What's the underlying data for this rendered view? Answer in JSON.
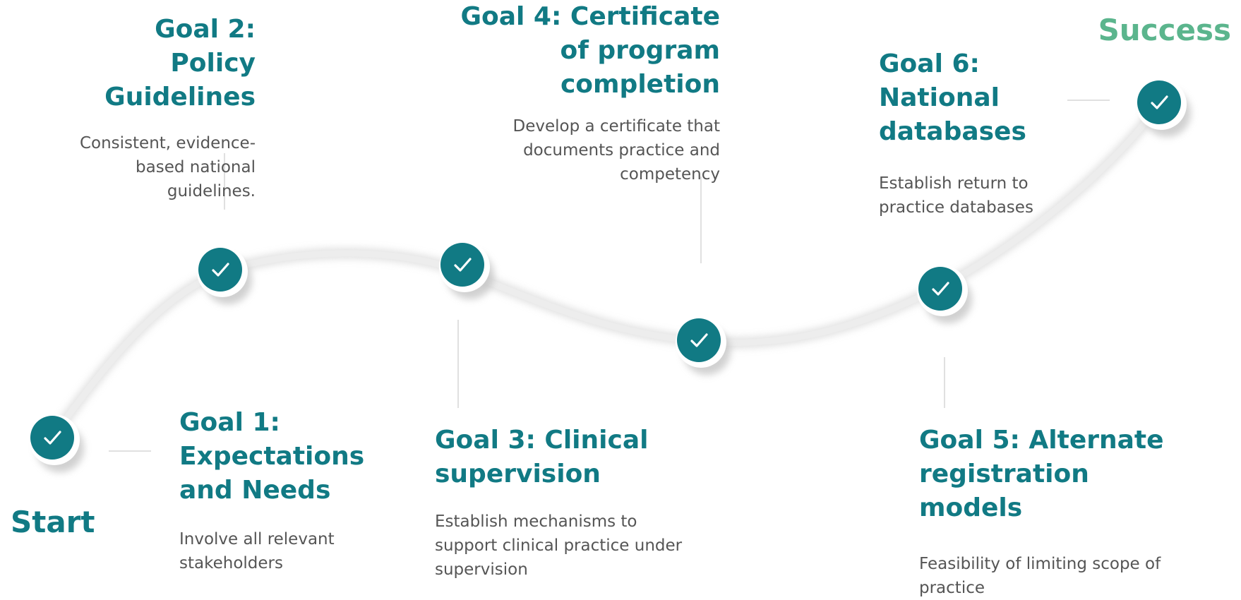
{
  "colors": {
    "title": "#117a84",
    "success": "#5bb58d",
    "marker": "#117a84",
    "path": "#ededed",
    "connector": "#d5d5d5",
    "text": "#555555"
  },
  "icons": {
    "milestone": "checkmark-icon"
  },
  "start_label": "Start",
  "success_label": "Success",
  "goals": [
    {
      "title": "Goal 1: Expectations and Needs",
      "description": "Involve all relevant stakeholders"
    },
    {
      "title": "Goal 2: Policy Guidelines",
      "description": "Consistent, evidence-based national guidelines."
    },
    {
      "title": "Goal 3: Clinical supervision",
      "description": "Establish mechanisms to support clinical practice under supervision"
    },
    {
      "title": "Goal 4: Certificate of program completion",
      "description": "Develop a certificate that documents practice and competency"
    },
    {
      "title": "Goal 5: Alternate registration models",
      "description": "Feasibility of limiting scope of practice"
    },
    {
      "title": "Goal 6: National databases",
      "description": "Establish return to practice databases"
    }
  ]
}
